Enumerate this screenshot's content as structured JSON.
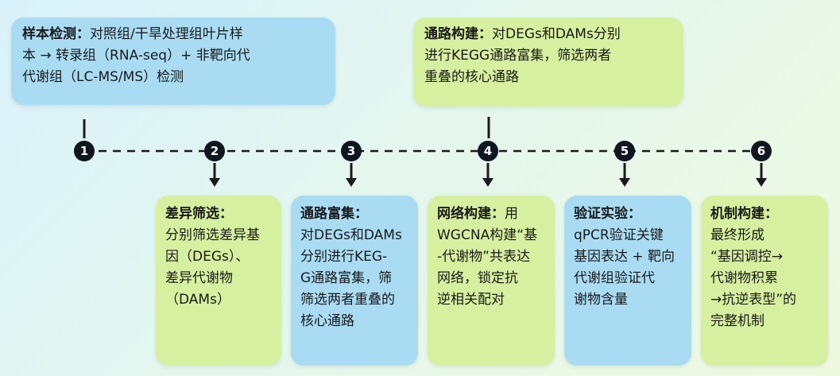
{
  "steps": [
    {
      "num": "1",
      "title": "样本检测：",
      "body": "对照组/干旱处理组叶片样\n本 → 转录组（RNA-seq）+ 非靶向代\n代谢组（LC-MS/MS）检测",
      "color": "#a9dcf3"
    },
    {
      "num": "2",
      "title": "差异筛选：",
      "body": "分别筛选差异基\n因（DEGs）、\n差异代谢物\n（DAMs）",
      "color": "#d6f0a0"
    },
    {
      "num": "3",
      "title": "通路富集：",
      "body": "对DEGs和DAMs\n分别进行KEG-\nG通路富集，筛\n筛选两者重叠的\n核心通路",
      "color": "#a9dcf3"
    },
    {
      "num": "4",
      "title": "网络构建：",
      "title_suffix": "用",
      "body": "WGCNA构建“基\n-代谢物”共表达\n网络，锁定抗\n逆相关配对",
      "color": "#d6f0a0"
    },
    {
      "num": "5",
      "title": "验证实验：",
      "body": "qPCR验证关键\n基因表达 + 靶向\n代谢组验证代\n谢物含量",
      "color": "#a9dcf3"
    },
    {
      "num": "6",
      "title": "机制构建：",
      "body": "最终形成\n“基因调控→\n代谢物积累\n→抗逆表型”的\n完整机制",
      "color": "#d6f0a0"
    }
  ],
  "top_step": {
    "title": "通路构建：",
    "body_first": "对DEGs和DAMs分别",
    "body": "进行KEGG通路富集，筛选两者\n重叠的核心通路",
    "color": "#d6f0a0"
  },
  "colors": {
    "node": "#0f1620",
    "line": "#1a1a1a"
  }
}
